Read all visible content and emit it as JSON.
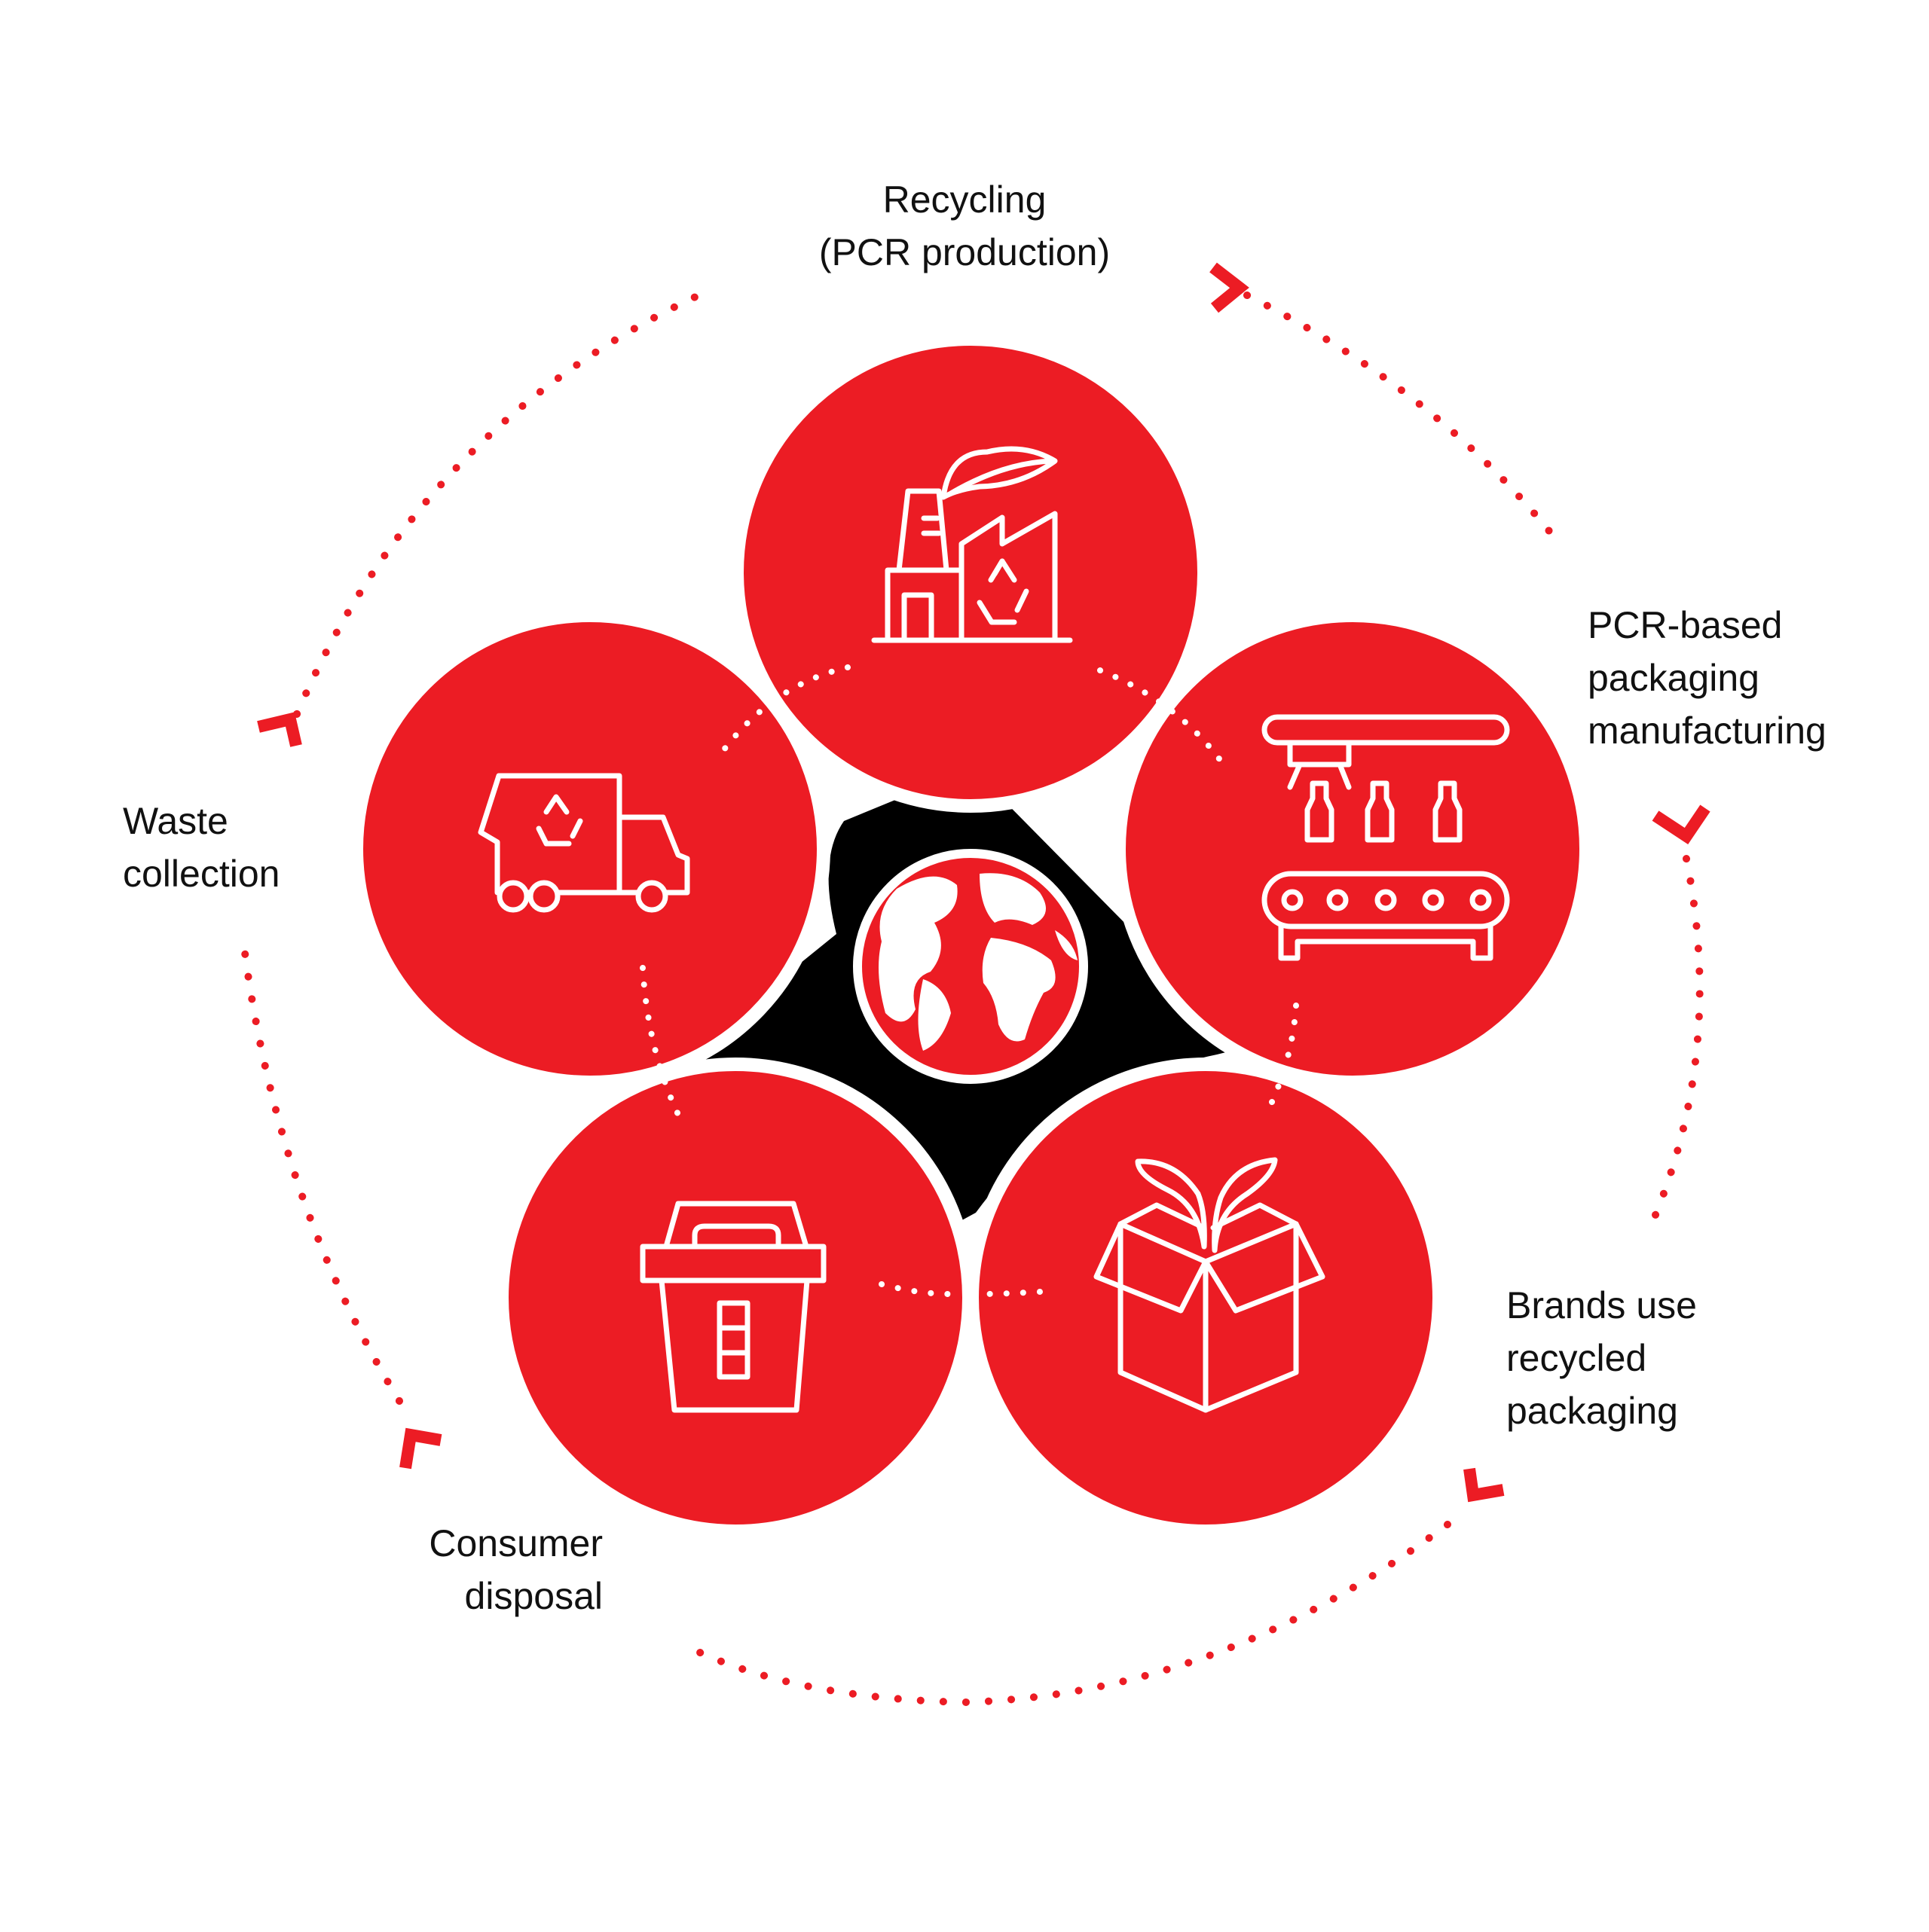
{
  "diagram": {
    "center": {
      "icon": "globe-icon"
    },
    "accent_color": "#ec1c24",
    "hub_color": "#000000",
    "line_color": "#ffffff",
    "stages": [
      {
        "id": "recycling",
        "icon": "factory-recycle-icon",
        "lines": [
          "Recycling",
          "(PCR production)"
        ]
      },
      {
        "id": "manufacturing",
        "icon": "bottling-conveyor-icon",
        "lines": [
          "PCR-based",
          "packaging",
          "manufacturing"
        ]
      },
      {
        "id": "brands",
        "icon": "box-sprout-icon",
        "lines": [
          "Brands use",
          "recycled",
          "packaging"
        ]
      },
      {
        "id": "consumer",
        "icon": "waste-bin-icon",
        "lines": [
          "Consumer",
          "disposal"
        ]
      },
      {
        "id": "collection",
        "icon": "recycling-truck-icon",
        "lines": [
          "Waste",
          "collection"
        ]
      }
    ]
  }
}
